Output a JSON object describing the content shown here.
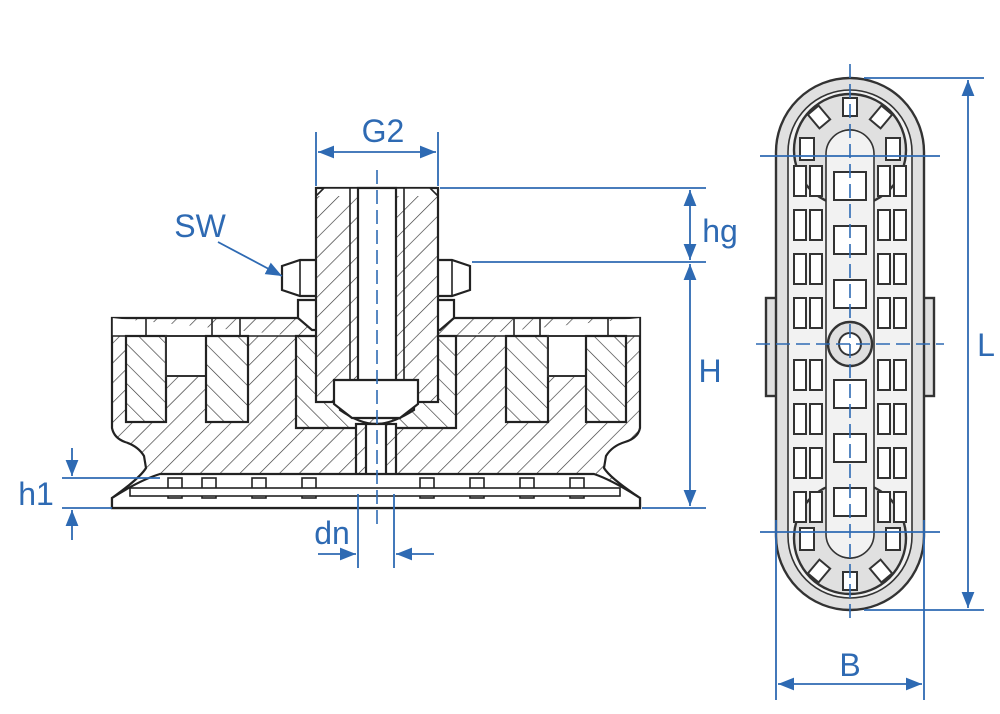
{
  "diagram": {
    "labels": {
      "g2": "G2",
      "sw": "SW",
      "hg": "hg",
      "h": "H",
      "h1": "h1",
      "dn": "dn",
      "l": "L",
      "b": "B"
    },
    "colors": {
      "dimension": "#2e6ab3",
      "outline": "#222222",
      "body_fill": "#e0e0e0",
      "background": "#ffffff"
    }
  }
}
